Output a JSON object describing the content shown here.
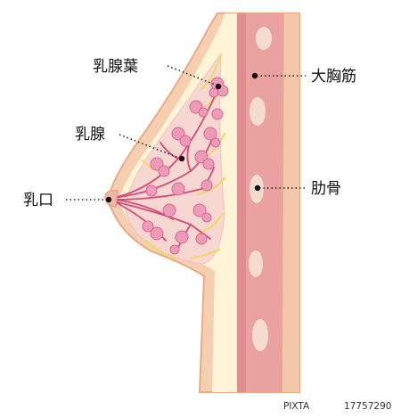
{
  "labels": {
    "lobule": "乳腺葉",
    "mammary_gland": "乳腺",
    "nipple": "乳口",
    "pectoralis_major": "大胸筋",
    "rib": "肋骨"
  },
  "watermark": {
    "brand": "PIXTA",
    "id": "17757290"
  },
  "colors": {
    "skin": "#f6cfb0",
    "skin_edge": "#e7ab86",
    "fat": "#fff5da",
    "fat_yellow": "#f1d86a",
    "muscle": "#e9a2a0",
    "muscle_dark": "#d97c82",
    "rib": "#f6dccf",
    "gland": "#ee9ab9",
    "gland_edge": "#d8688f",
    "duct": "#d44a78"
  }
}
